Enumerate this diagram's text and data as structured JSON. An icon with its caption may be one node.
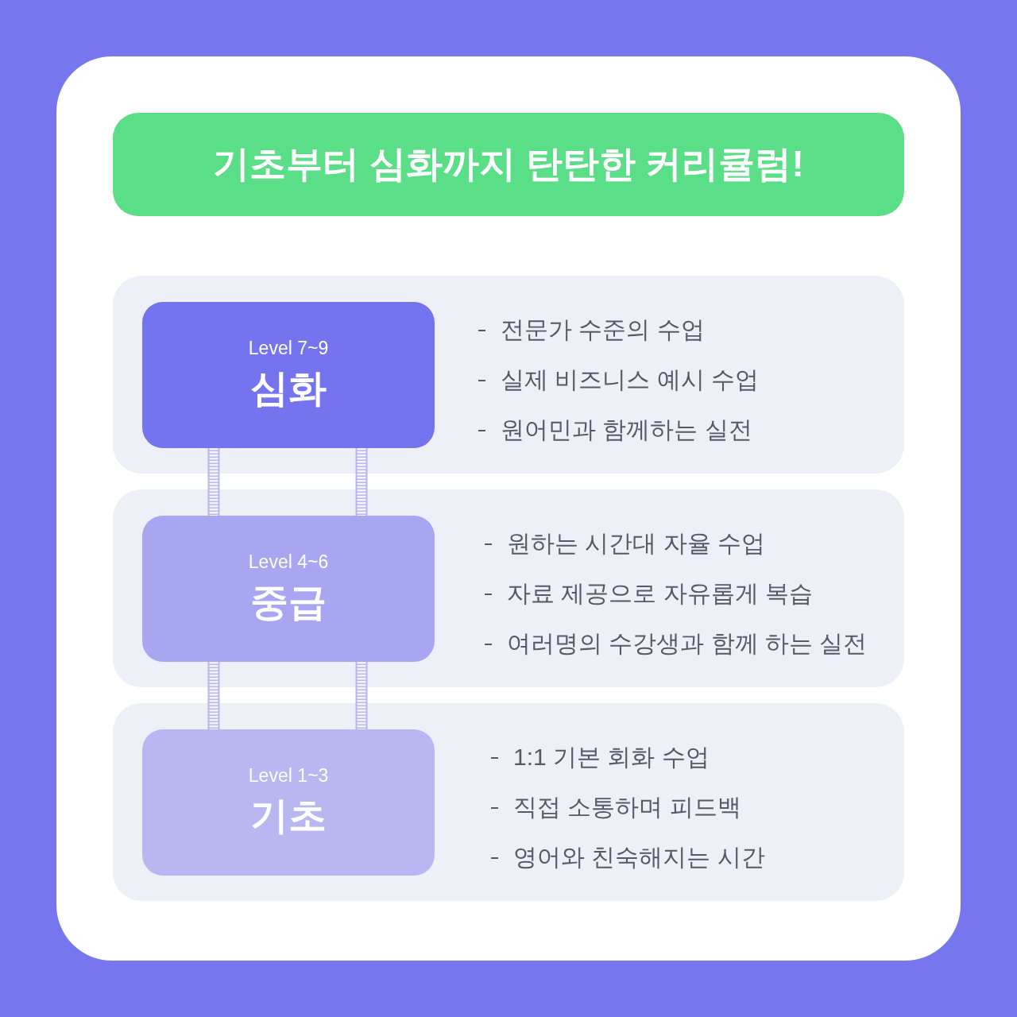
{
  "diagram": {
    "title": "기초부터 심화까지 탄탄한 커리큘럼!",
    "nodes": [
      {
        "text": [
          "전문가 수준의 수업",
          "실제 비즈니스 예시 수업",
          "원어민과 함께하는 실전"
        ]
      },
      {
        "text": [
          "Level 7~9",
          "심화"
        ],
        "in": 0
      },
      {
        "text": [
          "원하는 시간대 자율 수업",
          "자료 제공으로 자유롭게 복습",
          "여러명의 수강생과 함께 하는 실전"
        ]
      },
      {
        "text": [
          "Level 4~6",
          "중급"
        ],
        "in": 2
      },
      {
        "text": [
          "1:1 기본 회화 수업",
          "직접 소통하며 피드백",
          "영어와 친숙해지는 시간"
        ]
      },
      {
        "text": [
          "Level 1~3",
          "기초"
        ],
        "in": 4
      }
    ],
    "edges": [
      {
        "from": 1,
        "to": 3,
        "arrow": "none"
      },
      {
        "from": 1,
        "to": 3,
        "arrow": "none"
      },
      {
        "from": 3,
        "to": 5,
        "arrow": "none"
      },
      {
        "from": 3,
        "to": 5,
        "arrow": "none"
      }
    ]
  }
}
